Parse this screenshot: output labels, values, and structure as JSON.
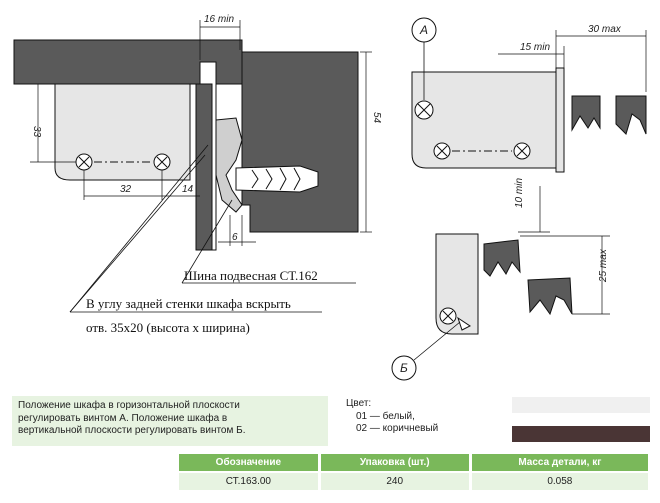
{
  "drawing": {
    "main_dims": [
      "16 min",
      "54",
      "33",
      "32",
      "14",
      "6"
    ],
    "right_dims": [
      "30 max",
      "15 min",
      "10 min",
      "25 max"
    ],
    "callouts": [
      "A",
      "Б"
    ],
    "labels": {
      "rail": "Шина подвесная СТ.162",
      "note_line1": "В углу задней стенки шкафа вскрыть",
      "note_line2": "отв. 35х20 (высота х ширина)"
    }
  },
  "description": {
    "line1": "Положение шкафа в горизонтальной плоскости",
    "line2": "регулировать винтом А. Положение шкафа в",
    "line3": "вертикальной плоскости регулировать винтом Б."
  },
  "colors_block": {
    "title": "Цвет:",
    "items": [
      "01 — белый,",
      "02 — коричневый"
    ],
    "swatches": [
      "#f0f0f0",
      "#4a3535"
    ]
  },
  "spec_table": {
    "headers": [
      "Обозначение",
      "Упаковка (шт.)",
      "Масса детали, кг"
    ],
    "rows": [
      [
        "СТ.163.00",
        "240",
        "0.058"
      ]
    ]
  }
}
